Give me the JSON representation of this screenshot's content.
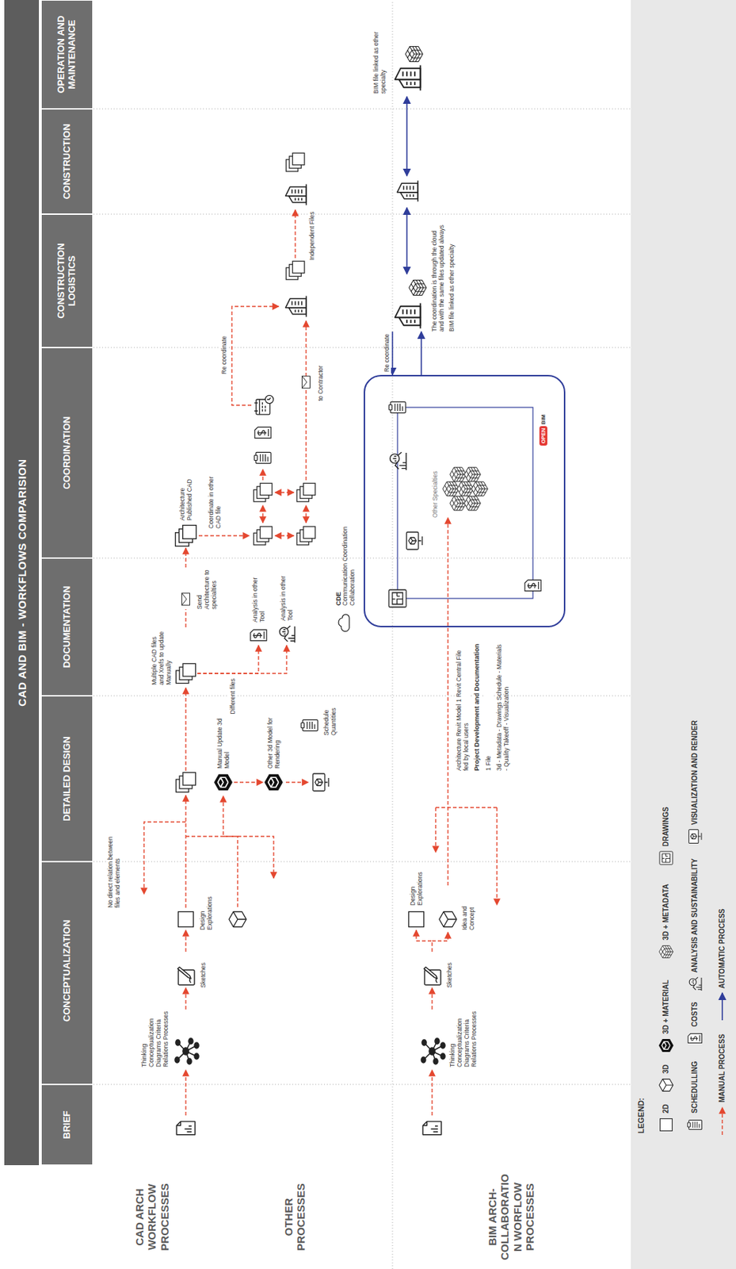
{
  "diagram": {
    "title": "CAD AND BIM - WORKFLOWS COMPARISION",
    "nodes": [
      {
        "text": [
          "BRIEF"
        ]
      },
      {
        "text": [
          "CONCEPTUALIZATION"
        ]
      },
      {
        "text": [
          "DETAILED DESIGN"
        ]
      },
      {
        "text": [
          "DOCUMENTATION"
        ]
      },
      {
        "text": [
          "COORDINATION"
        ]
      },
      {
        "text": [
          "CONSTRUCTION LOGISTICS"
        ]
      },
      {
        "text": [
          "CONSTRUCTION"
        ]
      },
      {
        "text": [
          "OPERATION AND MAINTENANCE"
        ]
      },
      {
        "text": [
          "Thinking Conceptualization Diagrams Criteria Relations Processes"
        ]
      },
      {
        "text": [
          "Sketches"
        ]
      },
      {
        "text": [
          "Design Explorations"
        ]
      },
      {
        "text": [
          "Manual Update 3d Model"
        ]
      },
      {
        "text": [
          "Schedule Quantities"
        ]
      },
      {
        "text": [
          "Other 3d Model for Rendering"
        ]
      },
      {
        "text": [
          "Multiple CAD files and Xrefs to update Manually"
        ]
      },
      {
        "text": [
          "Analysis in other Tool"
        ]
      },
      {
        "text": [
          "Analysis in other Tool"
        ]
      },
      {
        "text": [
          "Send Architecture to specialties"
        ]
      },
      {
        "text": [
          "Architecture Published CAD"
        ]
      },
      {
        "text": [
          "Thinking Conceptualization Diagrams Criteria Relations Processes"
        ]
      },
      {
        "text": [
          "Sketches"
        ]
      },
      {
        "text": [
          "Design Explorations"
        ]
      },
      {
        "text": [
          "Idea and Concept"
        ]
      },
      {
        "text": [
          "CDE",
          "Communication Coordination Collaboration"
        ]
      },
      {
        "text": [
          "Other Specialties"
        ],
        "in": 23
      },
      {
        "text": [
          "OPEN",
          "BIM"
        ],
        "in": 23
      },
      {
        "text": [
          "The coordination is through the cloud and with the same files updated always",
          "BIM file linked as other specialty"
        ]
      },
      {
        "text": [
          "BIM file linked as other specialty"
        ]
      }
    ],
    "edges": [
      {
        "from": 8,
        "to": 9,
        "arrow": "to"
      },
      {
        "from": 9,
        "to": 10,
        "arrow": "to"
      },
      {
        "from": 11,
        "to": 13,
        "arrow": "to"
      },
      {
        "from": 14,
        "to": 15,
        "arrow": "to"
      },
      {
        "from": 14,
        "to": 16,
        "arrow": "to"
      },
      {
        "from": 14,
        "to": 17,
        "arrow": "none"
      },
      {
        "from": 17,
        "to": 18,
        "arrow": "to"
      },
      {
        "from": 19,
        "to": 20,
        "arrow": "to"
      },
      {
        "from": 20,
        "to": 21,
        "arrow": "to"
      },
      {
        "from": 22,
        "to": 24,
        "arrow": "to"
      },
      {
        "from": 23,
        "to": 26,
        "arrow": "to"
      },
      {
        "from": 26,
        "to": 23,
        "arrow": "to",
        "label": "Re coordinate"
      }
    ],
    "labels": [
      "CAD ARCH WORKFLOW PROCESSES",
      "OTHER PROCESSES",
      "BIM ARCH- COLLABORATIO N WORFLOW PROCESSES",
      "No direct relation between files and elements",
      "Different files",
      "Coordinate in other CAD file",
      "Re coordinate",
      "to Contractor",
      "Independent Files",
      "Architecture Revit Model 1 Revit Central File fed by local users",
      "Project Development and Documentation",
      "1 File",
      "3d - Metadata - Drawings Schedule - Materials - Quality Takeoff - Visualization",
      "LEGEND:"
    ],
    "legend": [
      {
        "text": "2D"
      },
      {
        "text": "3D"
      },
      {
        "text": "3D + MATERIAL"
      },
      {
        "text": "3D + METADATA"
      },
      {
        "text": "DRAWINGS"
      },
      {
        "text": "SCHEDULLING"
      },
      {
        "text": "COSTS"
      },
      {
        "text": "ANALYSIS AND SUSTAINABILITY"
      },
      {
        "text": "VISUALIZATION AND RENDER"
      },
      {
        "text": "MANUAL PROCESS"
      },
      {
        "text": "AUTOMATIC PROCESS"
      }
    ]
  }
}
